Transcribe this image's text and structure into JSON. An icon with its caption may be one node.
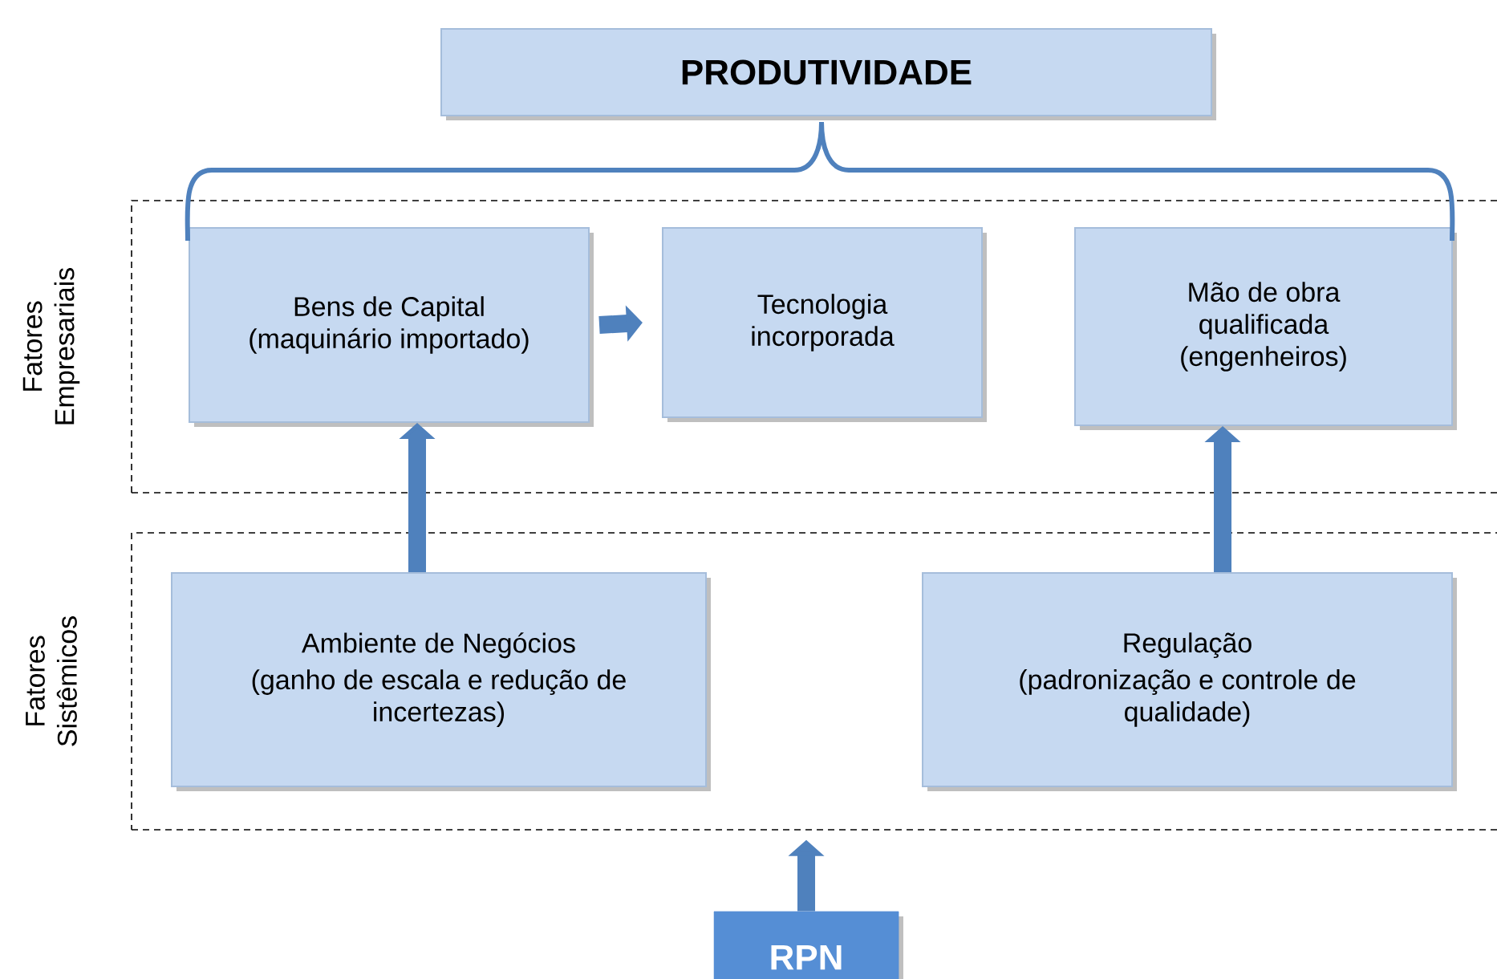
{
  "diagram": {
    "nodes": [
      {
        "text": [
          "PRODUTIVIDADE"
        ]
      },
      {
        "text": [
          "Fatores Empresariais"
        ]
      },
      {
        "text": [
          "Bens de Capital (maquinário importado)"
        ],
        "in": 1
      },
      {
        "text": [
          "Tecnologia incorporada"
        ],
        "in": 1
      },
      {
        "text": [
          "Mão de obra qualificada (engenheiros)"
        ],
        "in": 1
      },
      {
        "text": [
          "Fatores Sistêmicos"
        ]
      },
      {
        "text": [
          "Ambiente de Negócios",
          "(ganho de escala e redução de incertezas)"
        ],
        "in": 5
      },
      {
        "text": [
          "Regulação",
          "(padronização e controle de qualidade)"
        ],
        "in": 5
      },
      {
        "text": [
          "RPN"
        ]
      }
    ],
    "edges": [
      {
        "from": 2,
        "to": 3,
        "arrow": "to"
      },
      {
        "from": 6,
        "to": 2,
        "arrow": "to"
      },
      {
        "from": 7,
        "to": 4,
        "arrow": "to"
      },
      {
        "from": 8,
        "to": 5,
        "arrow": "to"
      }
    ]
  }
}
